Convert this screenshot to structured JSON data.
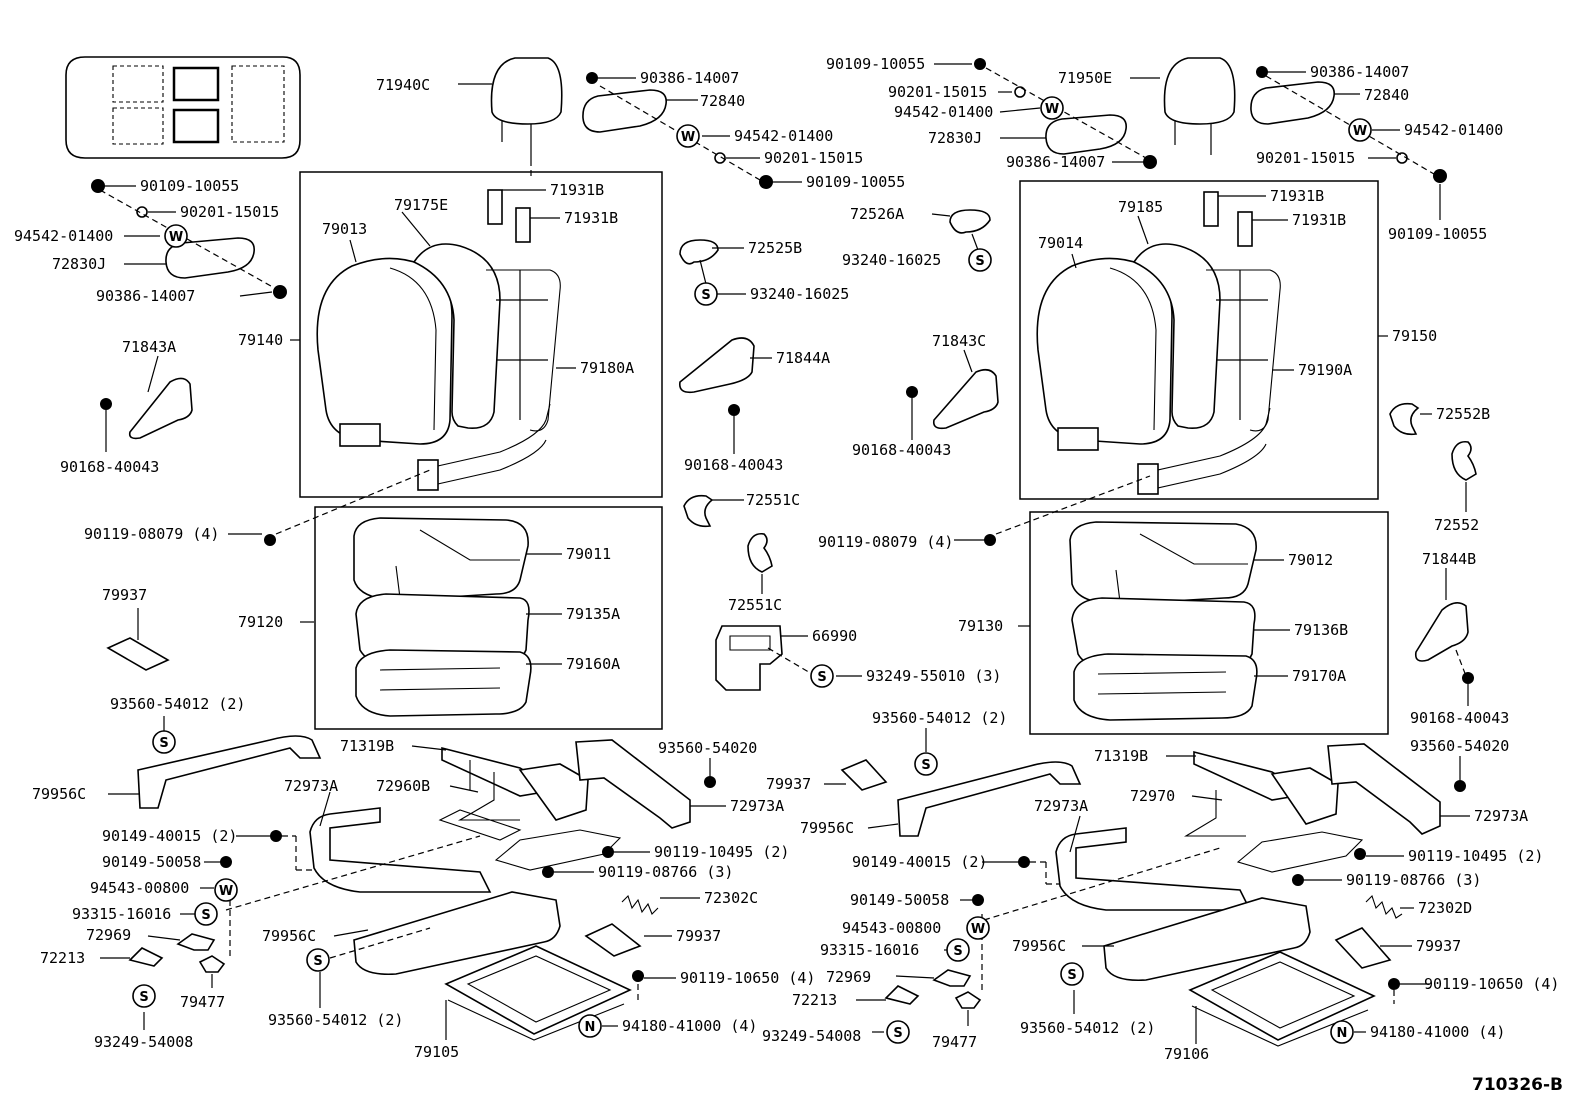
{
  "diagram_code": "710326-B",
  "labels": {
    "l1": "71940C",
    "l2": "90386-14007",
    "l3": "72840",
    "l4": "94542-01400",
    "l5": "90201-15015",
    "l6": "90109-10055",
    "l7": "90109-10055",
    "l8": "90201-15015",
    "l9": "94542-01400",
    "l10": "72830J",
    "l11": "90386-14007",
    "l12": "71931B",
    "l13": "71931B",
    "l14": "79175E",
    "l15": "79013",
    "l16": "72525B",
    "l17": "93240-16025",
    "l18": "79140",
    "l19": "79180A",
    "l20": "71843A",
    "l21": "90168-40043",
    "l22": "71844A",
    "l23": "90168-40043",
    "l24": "72551C",
    "l25": "90119-08079 (4)",
    "l26": "72551C",
    "l27": "79011",
    "l28": "79120",
    "l29": "79135A",
    "l30": "79160A",
    "l31": "79937",
    "l32": "66990",
    "l33": "93249-55010 (3)",
    "l34": "93560-54012 (2)",
    "l35": "79956C",
    "l36": "71319B",
    "l37": "72973A",
    "l38": "72960B",
    "l39": "93560-54020",
    "l40": "72973A",
    "l41": "90149-40015 (2)",
    "l42": "90119-10495 (2)",
    "l43": "90149-50058",
    "l44": "90119-08766 (3)",
    "l45": "94543-00800",
    "l46": "72302C",
    "l47": "93315-16016",
    "l48": "72969",
    "l49": "79956C",
    "l50": "79937",
    "l51": "72213",
    "l52": "79477",
    "l53": "90119-10650 (4)",
    "l54": "93249-54008",
    "l55": "93560-54012 (2)",
    "l56": "94180-41000 (4)",
    "l57": "79105",
    "r1": "90109-10055",
    "r2": "90201-15015",
    "r3": "94542-01400",
    "r4": "72830J",
    "r5": "90386-14007",
    "r6": "71950E",
    "r7": "90386-14007",
    "r8": "72840",
    "r9": "94542-01400",
    "r10": "90201-15015",
    "r11": "90109-10055",
    "r12": "71931B",
    "r13": "71931B",
    "r14": "79185",
    "r15": "79014",
    "r16": "72526A",
    "r17": "93240-16025",
    "r18": "79150",
    "r19": "71843C",
    "r20": "79190A",
    "r21": "90168-40043",
    "r22": "72552B",
    "r23": "72552",
    "r24": "90119-08079 (4)",
    "r25": "79012",
    "r26": "71844B",
    "r27": "79130",
    "r28": "79136B",
    "r29": "79170A",
    "r30": "90168-40043",
    "r31": "93560-54012 (2)",
    "r32": "93560-54020",
    "r33": "79937",
    "r34": "71319B",
    "r35": "72973A",
    "r36": "72970",
    "r37": "79956C",
    "r38": "72973A",
    "r39": "90149-40015 (2)",
    "r40": "90119-10495 (2)",
    "r41": "90149-50058",
    "r42": "90119-08766 (3)",
    "r43": "94543-00800",
    "r44": "72302D",
    "r45": "93315-16016",
    "r46": "79956C",
    "r47": "79937",
    "r48": "72969",
    "r49": "90119-10650 (4)",
    "r50": "72213",
    "r51": "93560-54012 (2)",
    "r52": "79477",
    "r53": "93249-54008",
    "r54": "79106",
    "r55": "94180-41000 (4)"
  },
  "symbols": {
    "washer": "W",
    "screw": "S",
    "nut": "N"
  }
}
